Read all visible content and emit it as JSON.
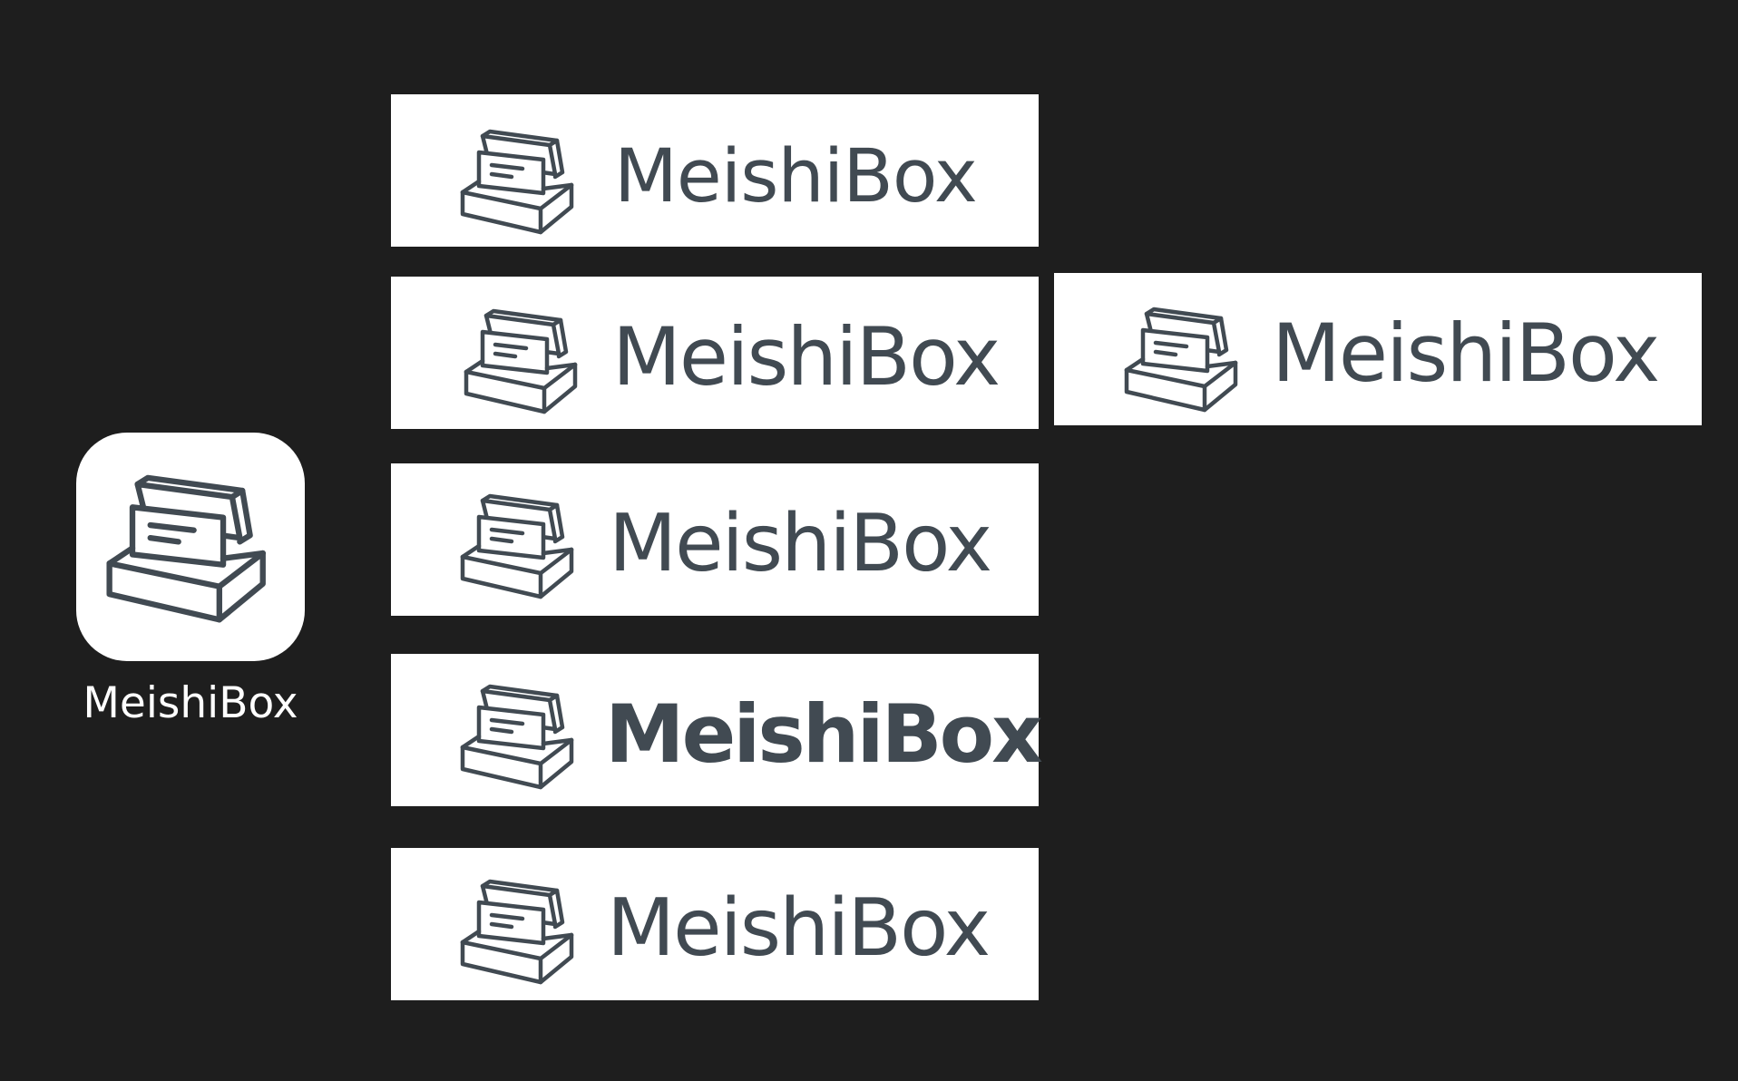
{
  "brand": {
    "name": "MeishiBox",
    "logo_color": "#414a52",
    "background_color": "#1e1e1e",
    "tile_color": "#ffffff",
    "icon": "card-box-icon"
  },
  "app_icon": {
    "label": "MeishiBox"
  },
  "banners": [
    {
      "wordmark": "MeishiBox",
      "weight": "regular"
    },
    {
      "wordmark": "MeishiBox",
      "weight": "regular"
    },
    {
      "wordmark": "MeishiBox",
      "weight": "regular"
    },
    {
      "wordmark": "MeishiBox",
      "weight": "bold"
    },
    {
      "wordmark": "MeishiBox",
      "weight": "regular"
    },
    {
      "wordmark": "MeishiBox",
      "weight": "regular"
    }
  ]
}
